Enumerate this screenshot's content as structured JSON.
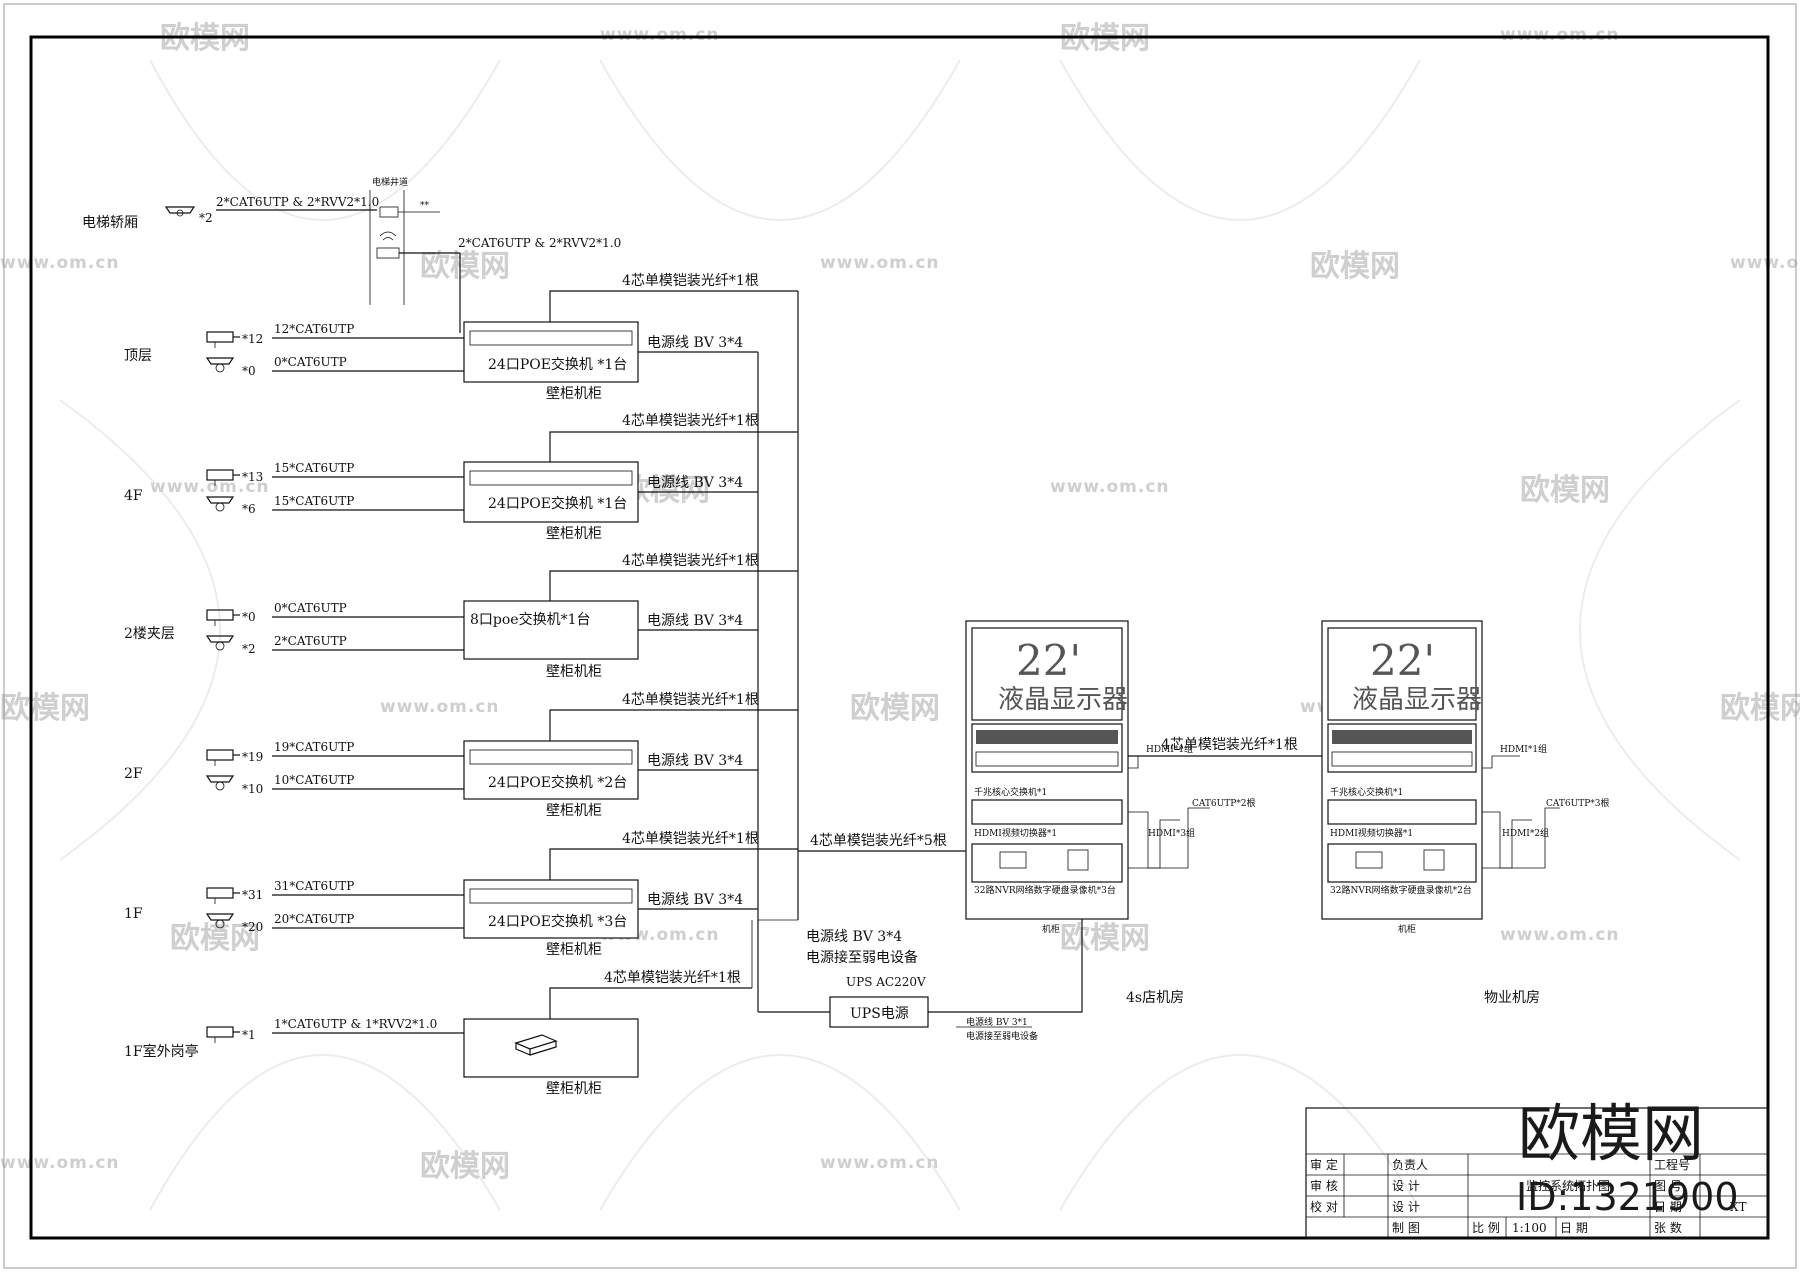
{
  "watermark": {
    "logo_text": "欧模网",
    "url_text": "www.om.cn"
  },
  "elevator": {
    "shaft_label": "电梯井道",
    "car_label": "电梯轿厢",
    "cam_qty": "*2",
    "cable_car": "2*CAT6UTP & 2*RVV2*1.0",
    "cable_shaft": "2*CAT6UTP & 2*RVV2*1.0",
    "shaft_mark": "**"
  },
  "floors": [
    {
      "label": "顶层",
      "cam1_qty": "*12",
      "cam1_cable": "12*CAT6UTP",
      "cam2_qty": "*0",
      "cam2_cable": "0*CAT6UTP",
      "switch": "24口POE交换机 *1台",
      "cabinet": "壁柜机柜",
      "fiber": "4芯单模铠装光纤*1根",
      "power": "电源线 BV 3*4"
    },
    {
      "label": "4F",
      "cam1_qty": "*13",
      "cam1_cable": "15*CAT6UTP",
      "cam2_qty": "*6",
      "cam2_cable": "15*CAT6UTP",
      "switch": "24口POE交换机 *1台",
      "cabinet": "壁柜机柜",
      "fiber": "4芯单模铠装光纤*1根",
      "power": "电源线 BV 3*4"
    },
    {
      "label": "2楼夹层",
      "cam1_qty": "*0",
      "cam1_cable": "0*CAT6UTP",
      "cam2_qty": "*2",
      "cam2_cable": "2*CAT6UTP",
      "switch": "8口poe交换机*1台",
      "cabinet": "壁柜机柜",
      "fiber": "4芯单模铠装光纤*1根",
      "power": "电源线 BV 3*4"
    },
    {
      "label": "2F",
      "cam1_qty": "*19",
      "cam1_cable": "19*CAT6UTP",
      "cam2_qty": "*10",
      "cam2_cable": "10*CAT6UTP",
      "switch": "24口POE交换机 *2台",
      "cabinet": "壁柜机柜",
      "fiber": "4芯单模铠装光纤*1根",
      "power": "电源线 BV 3*4"
    },
    {
      "label": "1F",
      "cam1_qty": "*31",
      "cam1_cable": "31*CAT6UTP",
      "cam2_qty": "*20",
      "cam2_cable": "20*CAT6UTP",
      "switch": "24口POE交换机 *3台",
      "cabinet": "壁柜机柜",
      "fiber": "4芯单模铠装光纤*1根",
      "power": "电源线 BV 3*4"
    }
  ],
  "outdoor": {
    "label": "1F室外岗亭",
    "cam_qty": "*1",
    "cable": "1*CAT6UTP & 1*RVV2*1.0",
    "cabinet": "壁柜机柜",
    "fiber": "4芯单模铠装光纤*1根"
  },
  "trunk": {
    "fiber_bundle": "4芯单模铠装光纤*5根",
    "power1": "电源线 BV 3*4",
    "power2": "电源接至弱电设备",
    "ups_label": "UPS AC220V",
    "ups_box": "UPS电源",
    "ups_out1": "电源线 BV 3*1",
    "ups_out2": "电源接至弱电设备"
  },
  "room_4s": {
    "display_size": "22'",
    "display_label": "液晶显示器",
    "core_switch": "千兆核心交换机*1",
    "hdmi_switch": "HDMI视频切换器*1",
    "nvr": "32路NVR网络数字硬盘录像机*3台",
    "hdmi1": "HDMI*1组",
    "hdmi2": "HDMI*3组",
    "cat6": "CAT6UTP*2根",
    "cabinet": "机柜",
    "title": "4s店机房"
  },
  "room_prop": {
    "display_size": "22'",
    "display_label": "液晶显示器",
    "core_switch": "千兆核心交换机*1",
    "hdmi_switch": "HDMI视频切换器*1",
    "nvr": "32路NVR网络数字硬盘录像机*2台",
    "hdmi1": "HDMI*1组",
    "hdmi2": "HDMI*2组",
    "cat6": "CAT6UTP*3根",
    "cabinet": "机柜",
    "title": "物业机房"
  },
  "link_fiber": "4芯单模铠装光纤*1根",
  "titleblock": {
    "r1": "审 定",
    "r2": "审 核",
    "r3": "校 对",
    "m1": "负责人",
    "m2": "设 计",
    "m3": "设 计",
    "m4": "制 图",
    "drawing": "监控系统拓扑图",
    "c1": "工程号",
    "c2": "图 号",
    "c3": "日 期",
    "c4": "张 数",
    "scale_label": "比 例",
    "scale": "1:100",
    "date_label": "日 期",
    "brand": "欧模网",
    "id": "ID:1321900",
    "rev": "XT"
  }
}
